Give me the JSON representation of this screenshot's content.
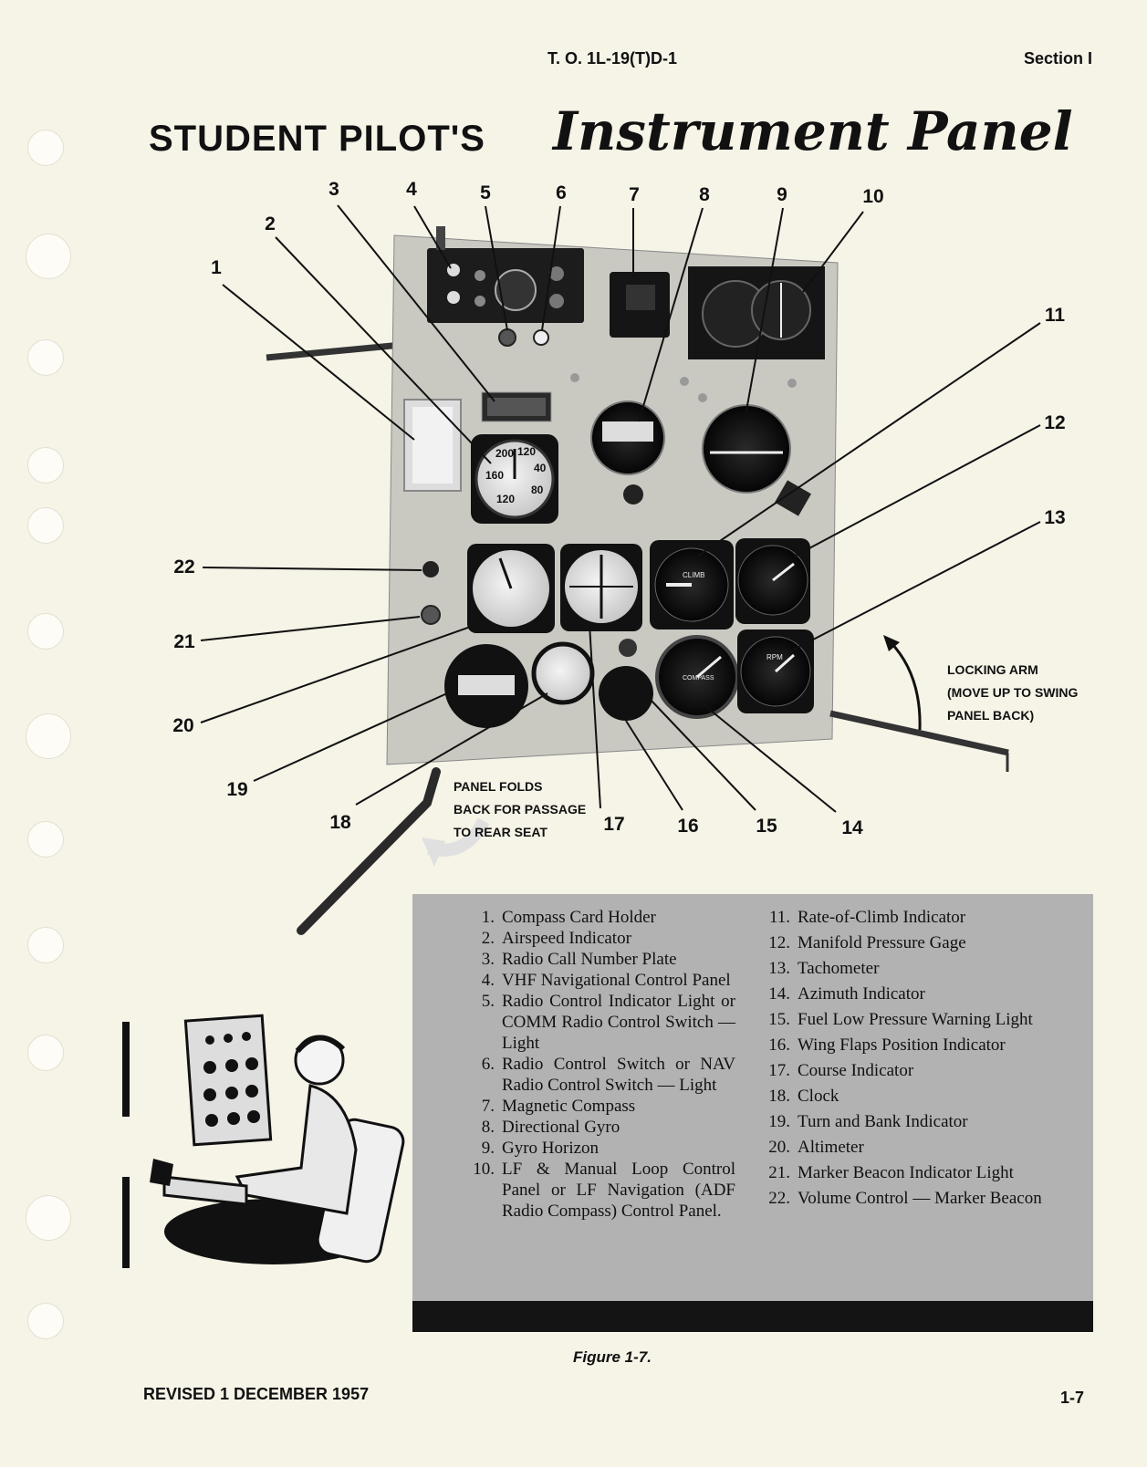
{
  "header": {
    "doc_number": "T. O. 1L-19(T)D-1",
    "section": "Section I"
  },
  "title": {
    "part1": "STUDENT PILOT'S",
    "part2": "Instrument Panel"
  },
  "callouts": [
    "1",
    "2",
    "3",
    "4",
    "5",
    "6",
    "7",
    "8",
    "9",
    "10",
    "11",
    "12",
    "13",
    "14",
    "15",
    "16",
    "17",
    "18",
    "19",
    "20",
    "21",
    "22"
  ],
  "notes": {
    "locking_arm": [
      "LOCKING ARM",
      "(MOVE UP TO SWING",
      "PANEL BACK)"
    ],
    "panel_folds": [
      "PANEL FOLDS",
      "BACK FOR PASSAGE",
      "TO REAR SEAT"
    ]
  },
  "legend_left": [
    {
      "num": "1.",
      "text": "Compass Card Holder"
    },
    {
      "num": "2.",
      "text": "Airspeed Indicator"
    },
    {
      "num": "3.",
      "text": "Radio Call Number Plate"
    },
    {
      "num": "4.",
      "text": "VHF Navigational Control Panel"
    },
    {
      "num": "5.",
      "text": "Radio Control Indicator Light or COMM Radio Control Switch — Light"
    },
    {
      "num": "6.",
      "text": "Radio Control Switch or NAV Radio Control Switch — Light"
    },
    {
      "num": "7.",
      "text": "Magnetic Compass"
    },
    {
      "num": "8.",
      "text": "Directional Gyro"
    },
    {
      "num": "9.",
      "text": "Gyro Horizon"
    },
    {
      "num": "10.",
      "text": "LF & Manual Loop Control Panel or LF Navigation (ADF Radio Compass) Control Panel."
    }
  ],
  "legend_right": [
    {
      "num": "11.",
      "text": "Rate-of-Climb Indicator"
    },
    {
      "num": "12.",
      "text": "Manifold Pressure Gage"
    },
    {
      "num": "13.",
      "text": "Tachometer"
    },
    {
      "num": "14.",
      "text": "Azimuth Indicator"
    },
    {
      "num": "15.",
      "text": "Fuel Low Pressure Warning Light"
    },
    {
      "num": "16.",
      "text": "Wing Flaps Position Indicator"
    },
    {
      "num": "17.",
      "text": "Course Indicator"
    },
    {
      "num": "18.",
      "text": "Clock"
    },
    {
      "num": "19.",
      "text": "Turn and Bank Indicator"
    },
    {
      "num": "20.",
      "text": "Altimeter"
    },
    {
      "num": "21.",
      "text": "Marker Beacon Indicator Light"
    },
    {
      "num": "22.",
      "text": "Volume Control — Marker Beacon"
    }
  ],
  "figure_caption": "Figure 1-7.",
  "footer": {
    "revised": "REVISED 1 DECEMBER 1957",
    "page_number": "1-7"
  },
  "gauge_labels": {
    "airspeed": [
      "200",
      "120",
      "40",
      "160",
      "80",
      "120"
    ],
    "climb": "CLIMB",
    "rpm": "RPM",
    "compass": "COMPASS"
  }
}
